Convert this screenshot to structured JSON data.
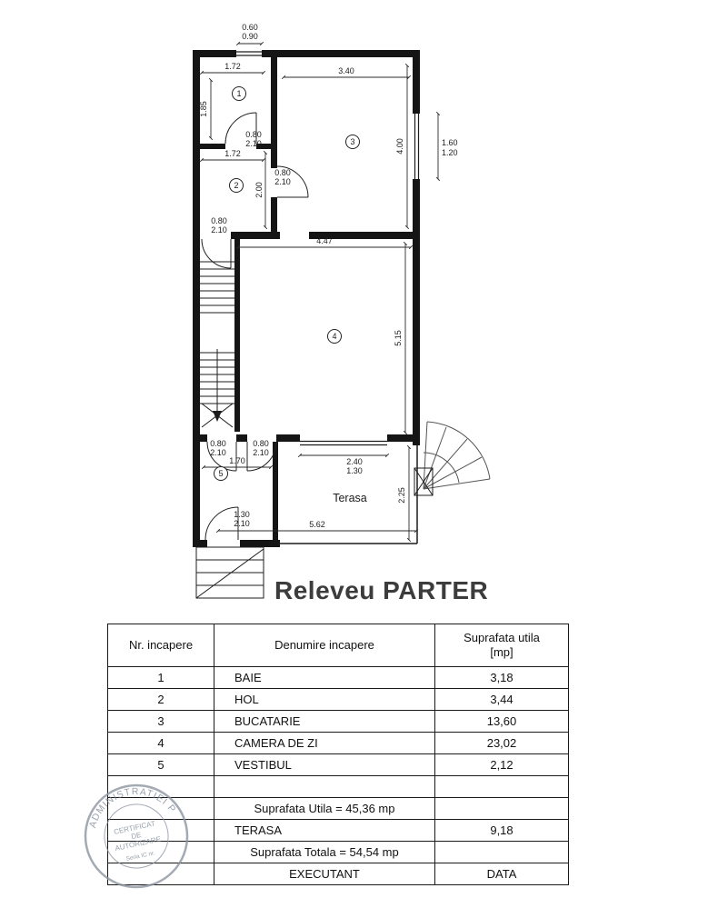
{
  "plan": {
    "title": "Releveu PARTER",
    "terasa": "Terasa",
    "rooms": {
      "r1": "1",
      "r2": "2",
      "r3": "3",
      "r4": "4",
      "r5": "5"
    },
    "dims": {
      "top_win_a": "0.60",
      "top_win_b": "0.90",
      "room1_w": "1.72",
      "room3_w": "3.40",
      "room1_h": "1.85",
      "door1_a": "0.80",
      "door1_b": "2.10",
      "hall_w": "1.72",
      "hall_h": "2.00",
      "door2_a": "0.80",
      "door2_b": "2.10",
      "room3_h": "4.00",
      "win_right_a": "1.60",
      "win_right_b": "1.20",
      "door3_a": "0.80",
      "door3_b": "2.10",
      "room4_w": "4.47",
      "room4_h": "5.15",
      "door4_a": "0.80",
      "door4_b": "2.10",
      "door5_a": "0.80",
      "door5_b": "2.10",
      "vest_w": "1.70",
      "ter_win_a": "2.40",
      "ter_win_b": "1.30",
      "ter_h": "2.25",
      "entry_a": "1.30",
      "entry_b": "2.10",
      "bottom_w": "5.62"
    }
  },
  "table": {
    "headers": {
      "nr": "Nr. incapere",
      "name": "Denumire incapere",
      "area1": "Suprafata utila",
      "area2": "[mp]"
    },
    "rows": [
      {
        "nr": "1",
        "name": "BAIE",
        "area": "3,18"
      },
      {
        "nr": "2",
        "name": "HOL",
        "area": "3,44"
      },
      {
        "nr": "3",
        "name": "BUCATARIE",
        "area": "13,60"
      },
      {
        "nr": "4",
        "name": "CAMERA DE ZI",
        "area": "23,02"
      },
      {
        "nr": "5",
        "name": "VESTIBUL",
        "area": "2,12"
      }
    ],
    "subtotal": "Suprafata Utila = 45,36 mp",
    "terasa_name": "TERASA",
    "terasa_area": "9,18",
    "total": "Suprafata Totala =  54,54 mp",
    "executant": "EXECUTANT",
    "data_label": "DATA"
  },
  "stamp": {
    "arc": "ADMINISTRATIEI PU",
    "line1": "CERTIFICAT",
    "line2": "DE",
    "line3": "AUTORIZARE",
    "line4": "Seria IC nr."
  }
}
